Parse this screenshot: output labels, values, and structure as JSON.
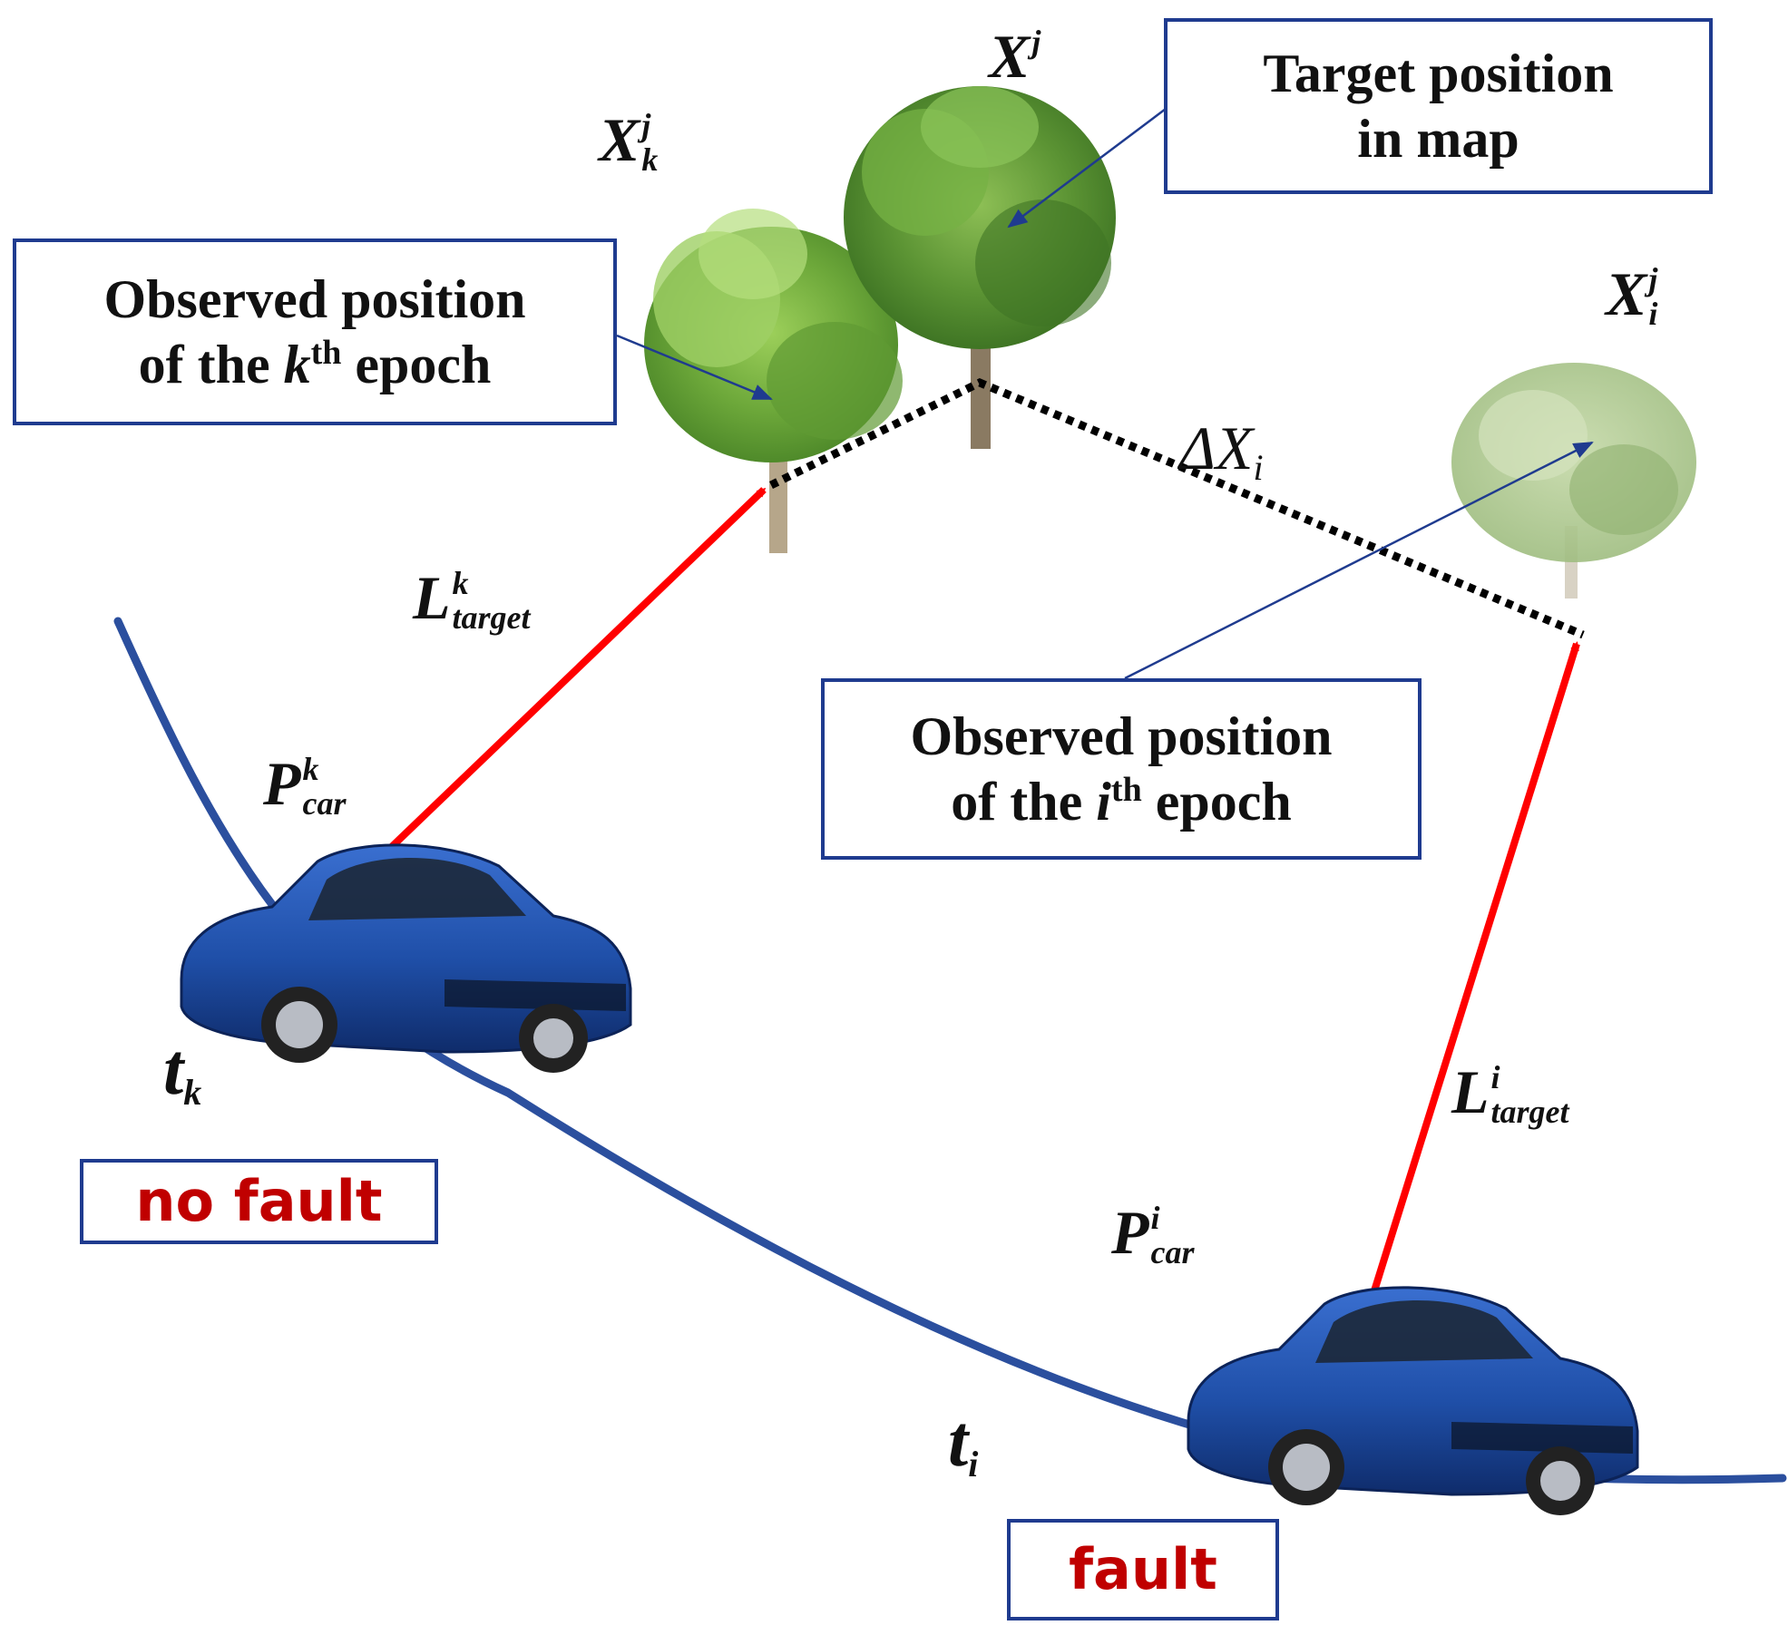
{
  "boxes": {
    "target": {
      "line1": "Target position",
      "line2": "in map"
    },
    "obs_k": {
      "line1": "Observed position",
      "line2_pre": "of the ",
      "line2_var": "k",
      "line2_sup": "th",
      "line2_post": " epoch"
    },
    "obs_i": {
      "line1": "Observed position",
      "line2_pre": "of the ",
      "line2_var": "i",
      "line2_sup": "th",
      "line2_post": " epoch"
    }
  },
  "status": {
    "no_fault": "no fault",
    "fault": "fault"
  },
  "symbols": {
    "Xj": {
      "base": "X",
      "sup": "j"
    },
    "Xkj": {
      "base": "X",
      "sup": "j",
      "sub": "k"
    },
    "Xij": {
      "base": "X",
      "sup": "j",
      "sub": "i"
    },
    "dXi": {
      "base": "ΔX",
      "sub": "i"
    },
    "Lk": {
      "base": "L",
      "sup": "k",
      "sub": "target"
    },
    "Li": {
      "base": "L",
      "sup": "i",
      "sub": "target"
    },
    "Pk": {
      "base": "P",
      "sup": "k",
      "sub": "car"
    },
    "Pi": {
      "base": "P",
      "sup": "i",
      "sub": "car"
    },
    "tk": {
      "base": "t",
      "sub": "k"
    },
    "ti": {
      "base": "t",
      "sub": "i"
    }
  },
  "colors": {
    "trajectory": "#2b4f9e",
    "arrow": "#ff0000",
    "box_border": "#1f3b8f",
    "status_text": "#c00000",
    "car_body": "#1f4fa8"
  },
  "icons": [
    "tree-icon",
    "car-icon"
  ]
}
